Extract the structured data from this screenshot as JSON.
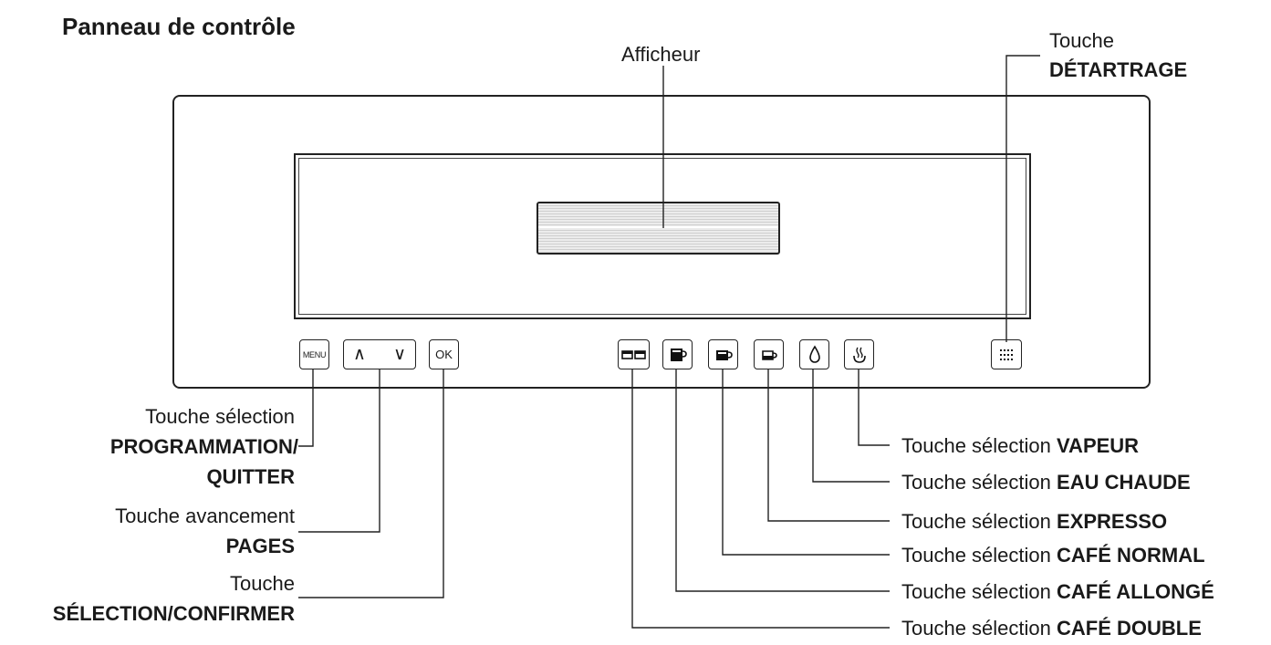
{
  "title": "Panneau de contrôle",
  "display_label": "Afficheur",
  "descale": {
    "line1": "Touche",
    "line2": "DÉTARTRAGE"
  },
  "keys": {
    "menu": "MENU",
    "up": "∧",
    "down": "∨",
    "ok": "OK"
  },
  "left_labels": {
    "programming": {
      "line1": "Touche sélection",
      "line2": "PROGRAMMATION/",
      "line3": "QUITTER"
    },
    "pages": {
      "line1": "Touche avancement",
      "line2": "PAGES"
    },
    "confirm": {
      "line1": "Touche",
      "line2": "SÉLECTION/CONFIRMER"
    }
  },
  "right_labels": {
    "prefix": "Touche sélection",
    "steam": "VAPEUR",
    "hot_water": "EAU CHAUDE",
    "espresso": "EXPRESSO",
    "normal": "CAFÉ NORMAL",
    "long": "CAFÉ ALLONGÉ",
    "double": "CAFÉ DOUBLE"
  },
  "icons": [
    "double-cup-icon",
    "tall-cup-icon",
    "mug-icon",
    "small-cup-icon",
    "water-drop-icon",
    "steam-icon",
    "descale-grid-icon"
  ]
}
